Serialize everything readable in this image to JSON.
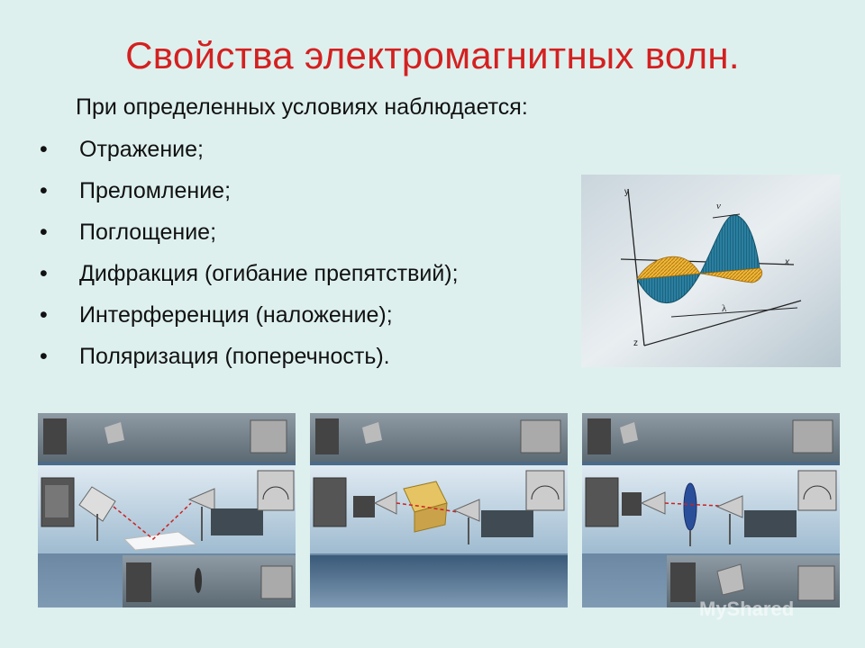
{
  "title": "Свойства электромагнитных волн.",
  "intro": "При определенных условиях наблюдается:",
  "bullets": [
    "Отражение;",
    "Преломление;",
    "Поглощение;",
    "Дифракция (огибание препятствий);",
    "Интерференция (наложение);",
    "Поляризация (поперечность)."
  ],
  "wave_diagram": {
    "axis_y": "y",
    "axis_x": "x",
    "axis_z": "z",
    "velocity": "v",
    "wavelength": "λ",
    "colors": {
      "electric": "#1f6f8f",
      "magnetic": "#e8a820"
    }
  },
  "lab_panels": [
    {
      "name": "reflection",
      "object": "plate"
    },
    {
      "name": "refraction",
      "object": "prism"
    },
    {
      "name": "polarization",
      "object": "lens"
    }
  ],
  "watermark": "MyShared"
}
